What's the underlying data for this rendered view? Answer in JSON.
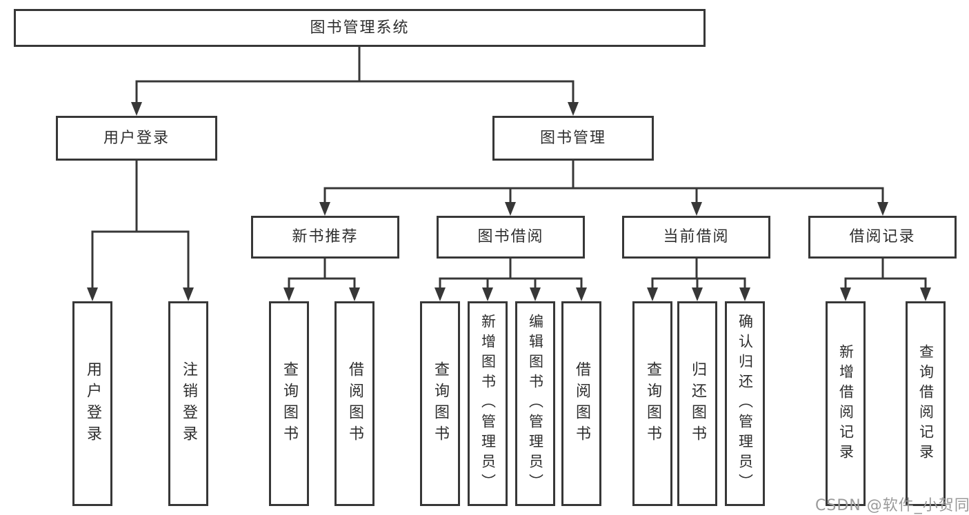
{
  "diagram": {
    "root": {
      "label": "图书管理系统"
    },
    "branches": [
      {
        "label": "用户登录",
        "children": [
          {
            "label": "用户登录"
          },
          {
            "label": "注销登录"
          }
        ]
      },
      {
        "label": "图书管理",
        "children": [
          {
            "label": "新书推荐",
            "children": [
              {
                "label": "查询图书"
              },
              {
                "label": "借阅图书"
              }
            ]
          },
          {
            "label": "图书借阅",
            "children": [
              {
                "label": "查询图书"
              },
              {
                "label": "新增图书（管理员）"
              },
              {
                "label": "编辑图书（管理员）"
              },
              {
                "label": "借阅图书"
              }
            ]
          },
          {
            "label": "当前借阅",
            "children": [
              {
                "label": "查询图书"
              },
              {
                "label": "归还图书"
              },
              {
                "label": "确认归还（管理员）"
              }
            ]
          },
          {
            "label": "借阅记录",
            "children": [
              {
                "label": "新增借阅记录"
              },
              {
                "label": "查询借阅记录"
              }
            ]
          }
        ]
      }
    ],
    "watermark": "CSDN @软件_小贺同学",
    "colors": {
      "line": "#373737",
      "box_border": "#373737",
      "box_fill": "#ffffff",
      "text": "#2e2e2e",
      "watermark": "#9a9a9a",
      "background": "#ffffff"
    }
  }
}
